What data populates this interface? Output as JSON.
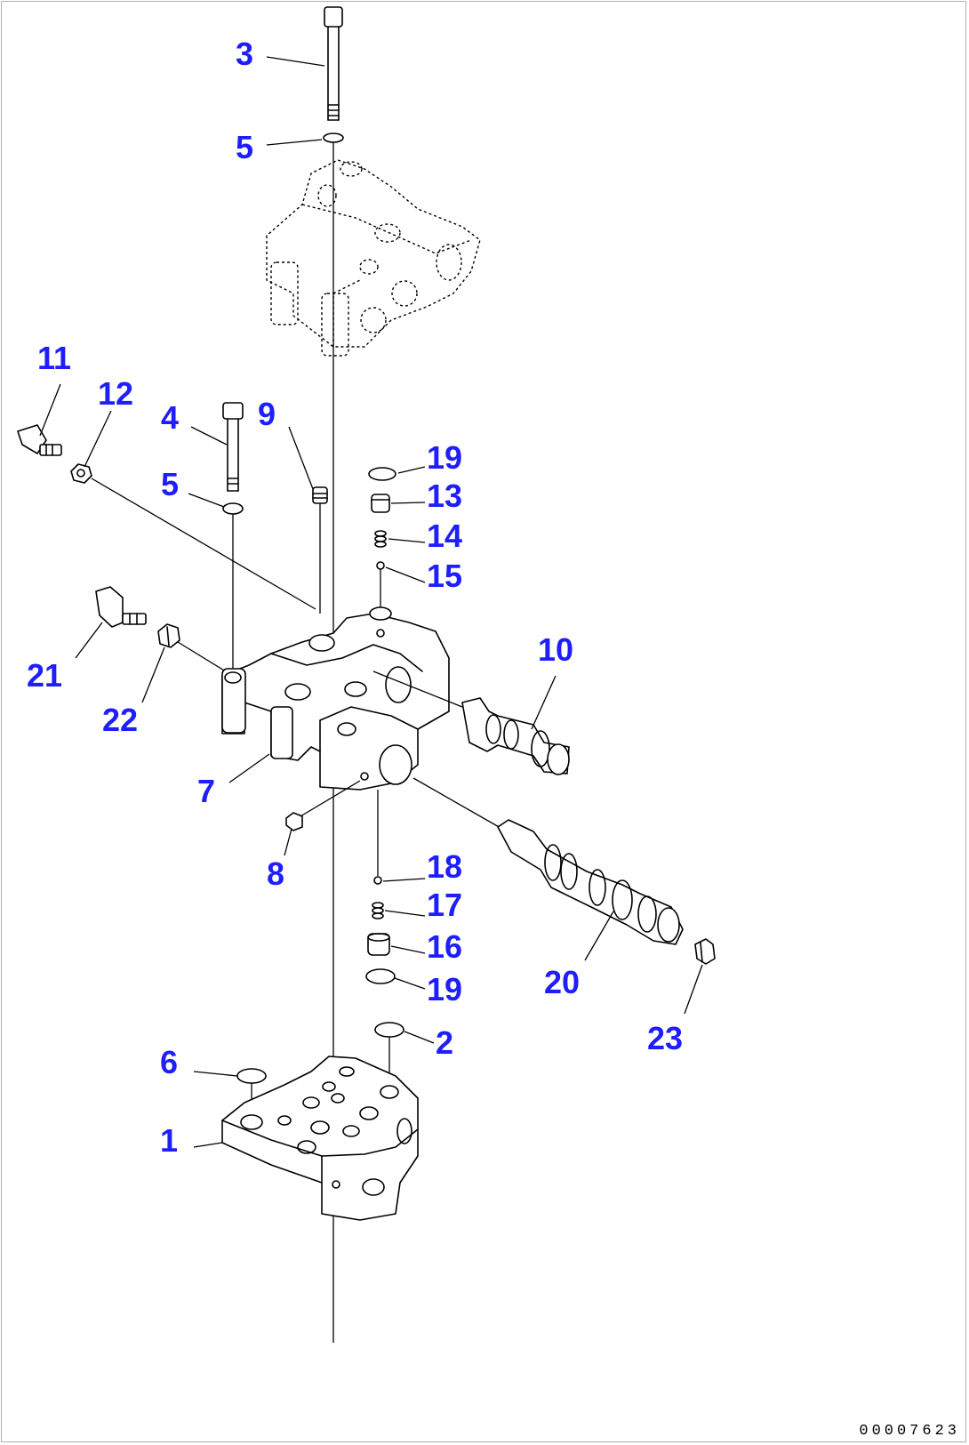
{
  "drawing": {
    "id": "00007623",
    "callout_color": "#1e1eff"
  },
  "callouts": [
    {
      "key": "c3",
      "label": "3"
    },
    {
      "key": "c5a",
      "label": "5"
    },
    {
      "key": "c11",
      "label": "11"
    },
    {
      "key": "c12",
      "label": "12"
    },
    {
      "key": "c4",
      "label": "4"
    },
    {
      "key": "c9",
      "label": "9"
    },
    {
      "key": "c5b",
      "label": "5"
    },
    {
      "key": "c19a",
      "label": "19"
    },
    {
      "key": "c13",
      "label": "13"
    },
    {
      "key": "c14",
      "label": "14"
    },
    {
      "key": "c15",
      "label": "15"
    },
    {
      "key": "c10",
      "label": "10"
    },
    {
      "key": "c21",
      "label": "21"
    },
    {
      "key": "c22",
      "label": "22"
    },
    {
      "key": "c7",
      "label": "7"
    },
    {
      "key": "c8",
      "label": "8"
    },
    {
      "key": "c18",
      "label": "18"
    },
    {
      "key": "c17",
      "label": "17"
    },
    {
      "key": "c16",
      "label": "16"
    },
    {
      "key": "c19b",
      "label": "19"
    },
    {
      "key": "c20",
      "label": "20"
    },
    {
      "key": "c2",
      "label": "2"
    },
    {
      "key": "c23",
      "label": "23"
    },
    {
      "key": "c6",
      "label": "6"
    },
    {
      "key": "c1",
      "label": "1"
    }
  ]
}
